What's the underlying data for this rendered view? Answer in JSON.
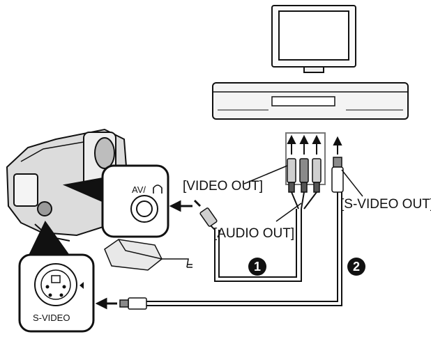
{
  "labels": {
    "video_out": "[VIDEO OUT]",
    "audio_out": "[AUDIO OUT]",
    "s_video_out": "[S-VIDEO OUT]",
    "av_jack": "AV/",
    "s_video_jack": "S-VIDEO"
  },
  "callouts": {
    "cable_1": "1",
    "cable_2": "2"
  },
  "colors": {
    "line": "#111111",
    "fill_light": "#f2f2f2",
    "fill_mid": "#cfcfcf",
    "fill_dark": "#8a8a8a"
  }
}
